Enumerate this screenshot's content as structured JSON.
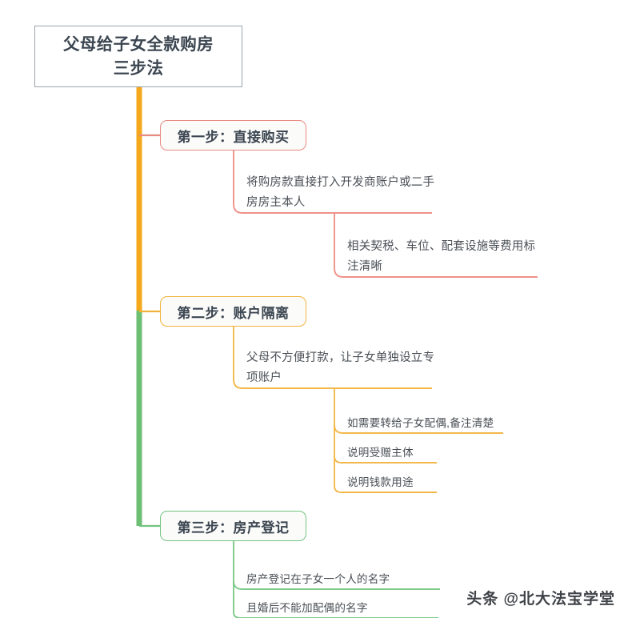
{
  "title": {
    "text": "父母给子女全款购房\n三步法",
    "border_color": "#9aa3ad"
  },
  "branches": [
    {
      "label": "第一步：直接购买",
      "color": "#e78a81",
      "children": [
        {
          "text": "将购房款直接打入开发商账户或二手\n房房主本人"
        },
        {
          "text": "相关契税、车位、配套设施等费用标\n注清晰"
        }
      ]
    },
    {
      "label": "第二步：账户隔离",
      "color": "#f2b33d",
      "children": [
        {
          "text": "父母不方便打款，让子女单独设立专\n项账户"
        },
        {
          "text": "如需要转给子女配偶,备注清楚"
        },
        {
          "text": "说明受赠主体"
        },
        {
          "text": "说明钱款用途"
        }
      ]
    },
    {
      "label": "第三步：房产登记",
      "color": "#73c480",
      "children": [
        {
          "text": "房产登记在子女一个人的名字"
        },
        {
          "text": "且婚后不能加配偶的名字"
        }
      ]
    }
  ],
  "watermark": {
    "text": "头条 @北大法宝学堂"
  },
  "colors": {
    "trunk_upper": "#f5a81c",
    "trunk_lower": "#6cbf73",
    "text": "#4a4f55",
    "heading_text": "#3c4651",
    "background": "#ffffff"
  }
}
